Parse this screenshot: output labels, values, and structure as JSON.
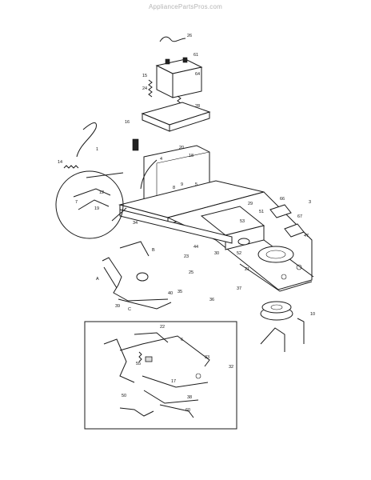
{
  "watermark": "AppliancePartsPros.com",
  "callouts": [
    "26",
    "61",
    "64",
    "15",
    "24",
    "28",
    "16",
    "20",
    "4",
    "18",
    "14",
    "1",
    "12",
    "7",
    "19",
    "9",
    "8",
    "5",
    "29",
    "66",
    "3",
    "51",
    "67",
    "34",
    "53",
    "44",
    "47",
    "23",
    "52",
    "30",
    "25",
    "21",
    "37",
    "35",
    "36",
    "33",
    "B",
    "A",
    "39",
    "40",
    "C",
    "22",
    "6",
    "55",
    "50",
    "17",
    "38",
    "60",
    "32",
    "10"
  ]
}
